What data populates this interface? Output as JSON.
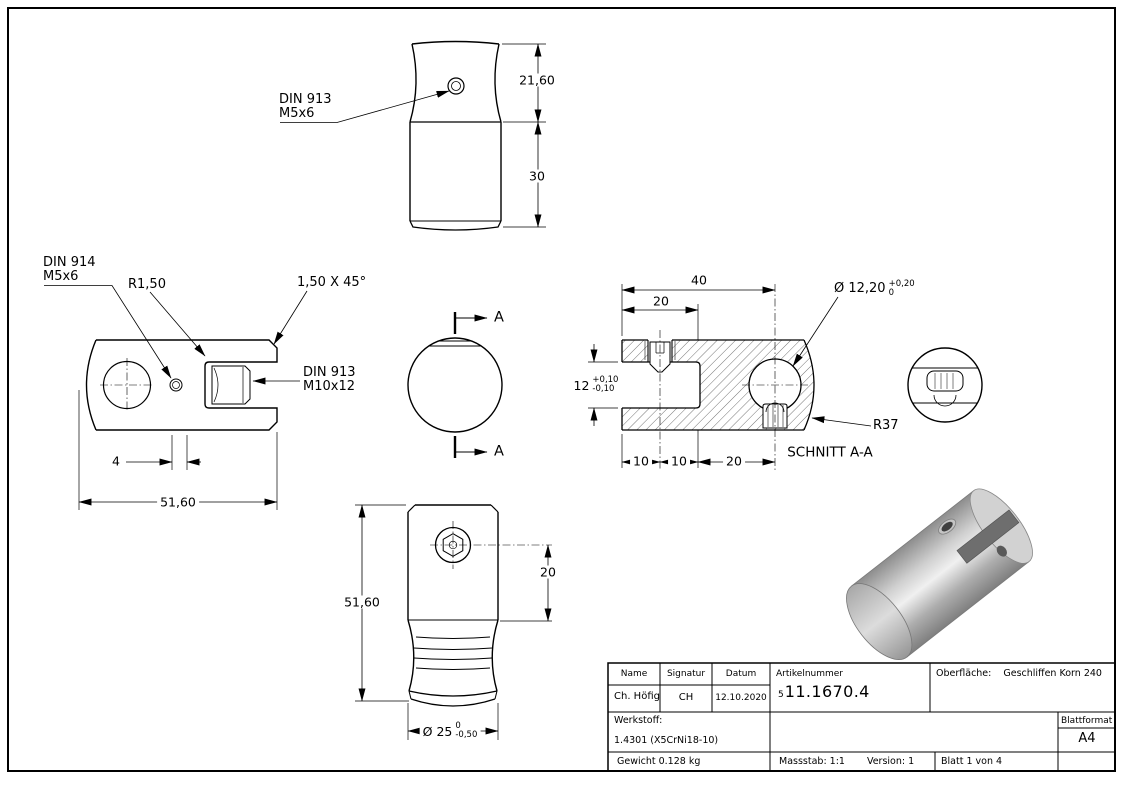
{
  "colors": {
    "line": "#000000",
    "paper": "#ffffff",
    "iso_gray": "#b0b0b0"
  },
  "views": {
    "back": {
      "callout": {
        "line1": "DIN 913",
        "line2": "M5x6"
      },
      "dim_height_top": "21,60",
      "dim_height_bottom": "30"
    },
    "side": {
      "callout_din914": {
        "line1": "DIN 914",
        "line2": "M5x6"
      },
      "callout_radius": "R1,50",
      "callout_chamfer": "1,50 X 45°",
      "callout_din913": {
        "line1": "DIN 913",
        "line2": "M10x12"
      },
      "dim_offset": "4",
      "dim_length": "51,60"
    },
    "end": {
      "section_mark_top": "A",
      "section_mark_bottom": "A"
    },
    "section": {
      "title": "SCHNITT A-A",
      "dim_40": "40",
      "dim_20_top": "20",
      "dia_hole": {
        "main": "Ø 12,20",
        "tol_top": "+0,20",
        "tol_bottom": "0"
      },
      "dim_slot": {
        "main": "12",
        "tol_top": "+0,10",
        "tol_bottom": "-0,10"
      },
      "dim_10_a": "10",
      "dim_10_b": "10",
      "dim_20_bottom": "20",
      "radius": "R37"
    },
    "front": {
      "dim_20": "20",
      "dim_length": "51,60",
      "dia_outer": {
        "main": "Ø 25",
        "tol_top": "0",
        "tol_bottom": "-0,50"
      }
    }
  },
  "title_block": {
    "col_name": "Name",
    "col_signatur": "Signatur",
    "col_datum": "Datum",
    "col_artikelnummer": "Artikelnummer",
    "oberflaeche_label": "Oberfläche:",
    "oberflaeche_value": "Geschliffen Korn 240",
    "name": "Ch. Höfig",
    "signatur": "CH",
    "datum": "12.10.2020",
    "artikelnummer_prefix": "5",
    "artikelnummer": "11.1670.4",
    "werkstoff_label": "Werkstoff:",
    "werkstoff_value": "1.4301 (X5CrNi18-10)",
    "gewicht": "Gewicht 0.128 kg",
    "massstab": "Massstab: 1:1",
    "version": "Version: 1",
    "blatt": "Blatt 1 von 4",
    "blattformat_label": "Blattformat",
    "blattformat_value": "A4"
  }
}
